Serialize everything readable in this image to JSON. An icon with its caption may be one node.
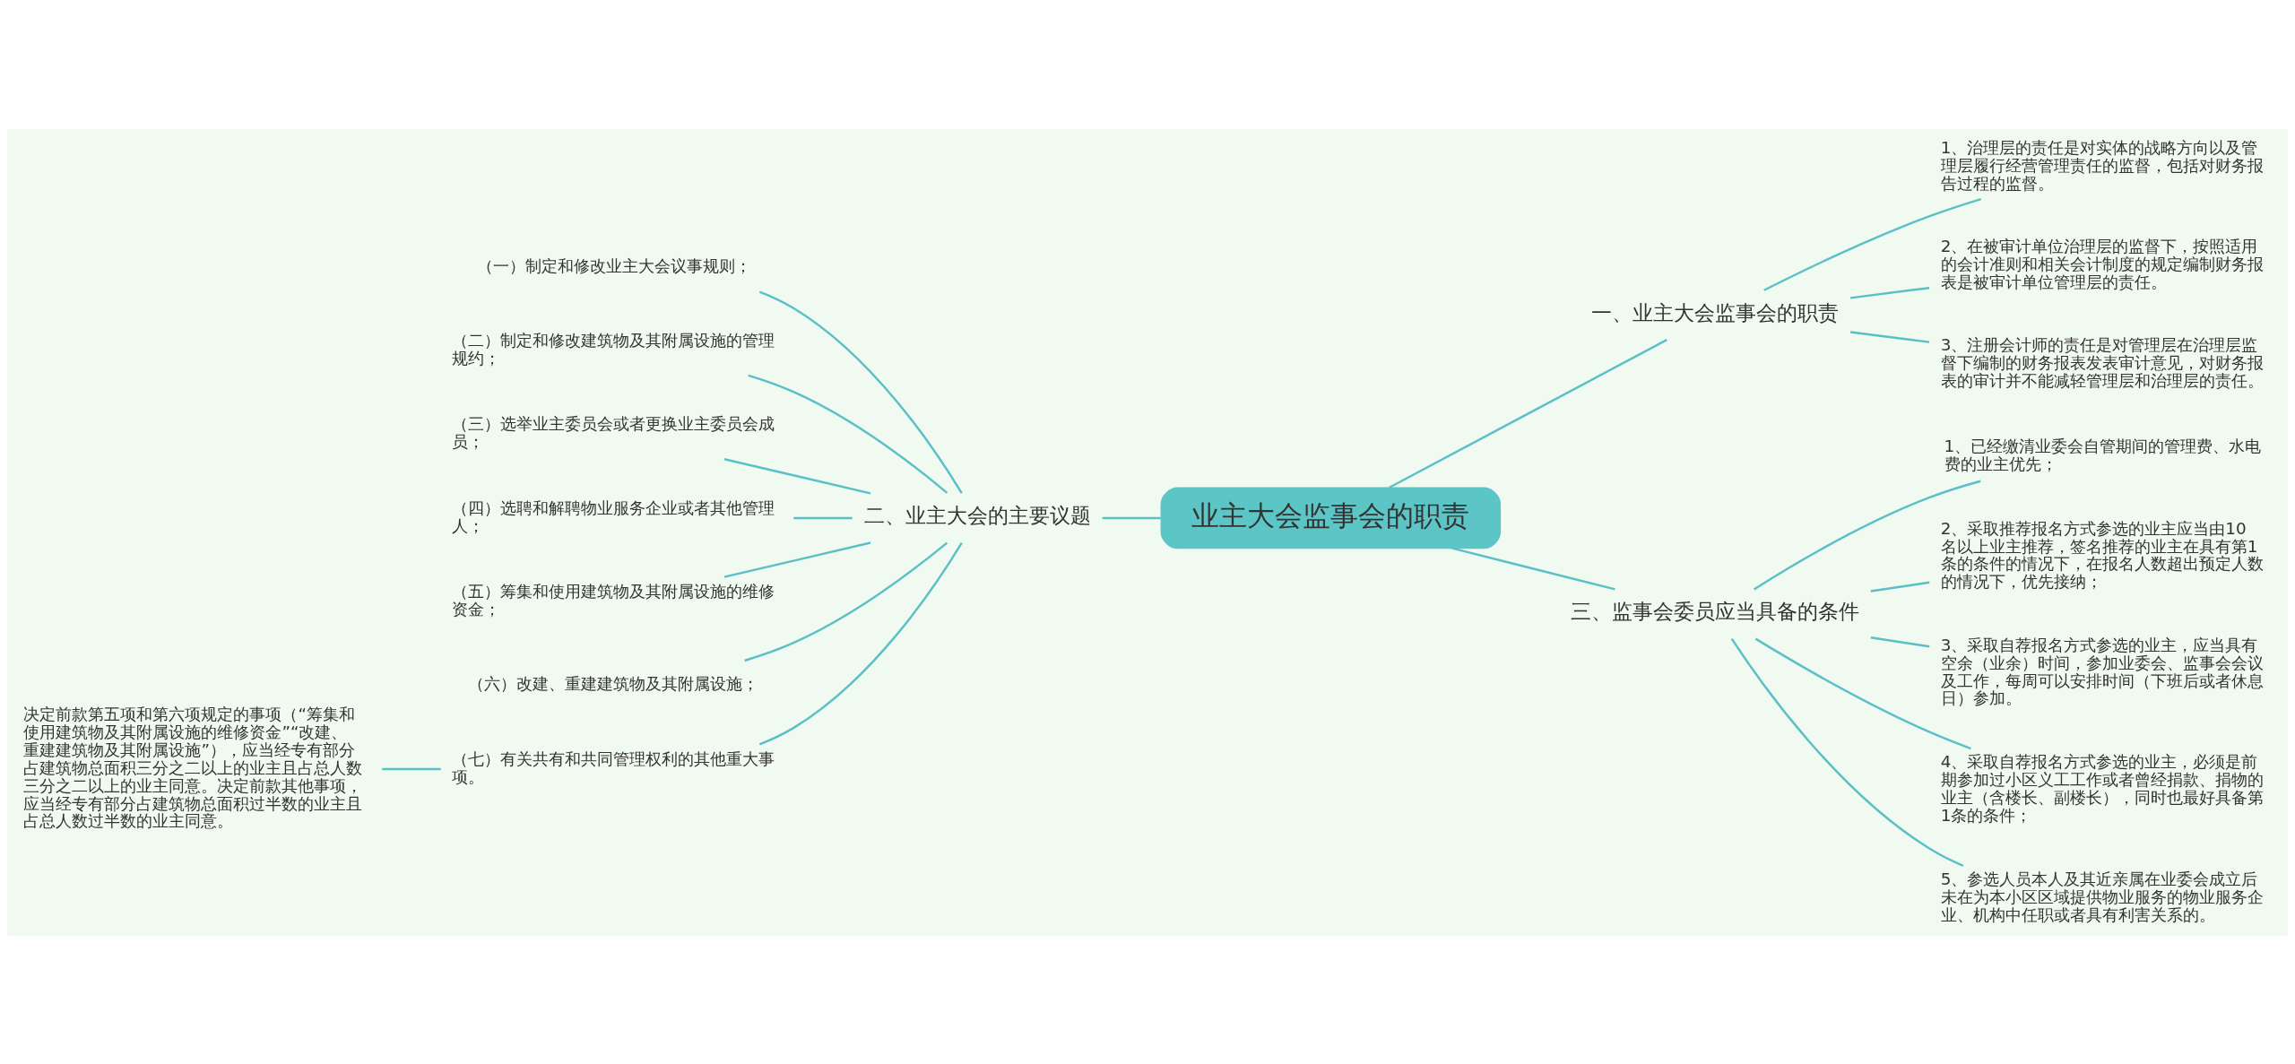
{
  "diagram": {
    "nodes": [
      {
        "text": [
          "业主大会监事会的职责"
        ]
      },
      {
        "text": [
          "一、业主大会监事会的职责"
        ]
      },
      {
        "text": [
          "1、治理层的责任是对实体的战略方向以及管理层履行经营管理责任的监督，包括对财务报告过程的监督。"
        ]
      },
      {
        "text": [
          "2、在被审计单位治理层的监督下，按照适用的会计准则和相关会计制度的规定编制财务报表是被审计单位管理层的责任。"
        ]
      },
      {
        "text": [
          "3、注册会计师的责任是对管理层在治理层监督下编制的财务报表发表审计意见，对财务报表的审计并不能减轻管理层和治理层的责任。"
        ]
      },
      {
        "text": [
          "二、业主大会的主要议题"
        ]
      },
      {
        "text": [
          "（一）制定和修改业主大会议事规则；"
        ]
      },
      {
        "text": [
          "（二）制定和修改建筑物及其附属设施的管理规约；"
        ]
      },
      {
        "text": [
          "（三）选举业主委员会或者更换业主委员会成员；"
        ]
      },
      {
        "text": [
          "（四）选聘和解聘物业服务企业或者其他管理人；"
        ]
      },
      {
        "text": [
          "（五）筹集和使用建筑物及其附属设施的维修资金；"
        ]
      },
      {
        "text": [
          "（六）改建、重建建筑物及其附属设施；"
        ]
      },
      {
        "text": [
          "（七）有关共有和共同管理权利的其他重大事项。"
        ]
      },
      {
        "text": [
          "决定前款第五项和第六项规定的事项（“筹集和使用建筑物及其附属设施的维修资金”“改建、重建建筑物及其附属设施”），应当经专有部分占建筑物总面积三分之二以上的业主且占总人数三分之二以上的业主同意。决定前款其他事项，应当经专有部分占建筑物总面积过半数的业主且占总人数过半数的业主同意。"
        ]
      },
      {
        "text": [
          "三、监事会委员应当具备的条件"
        ]
      },
      {
        "text": [
          "1、已经缴清业委会自管期间的管理费、水电费的业主优先；"
        ]
      },
      {
        "text": [
          "2、采取推荐报名方式参选的业主应当由10名以上业主推荐，签名推荐的业主在具有第1条的条件的情况下，在报名人数超出预定人数的情况下，优先接纳；"
        ]
      },
      {
        "text": [
          "3、采取自荐报名方式参选的业主，应当具有空余（业余）时间，参加业委会、监事会会议及工作，每周可以安排时间（下班后或者休息日）参加。"
        ]
      },
      {
        "text": [
          "4、采取自荐报名方式参选的业主，必须是前期参加过小区义工工作或者曾经捐款、捐物的业主（含楼长、副楼长），同时也最好具备第1条的条件；"
        ]
      },
      {
        "text": [
          "5、参选人员本人及其近亲属在业委会成立后未在为本小区区域提供物业服务的物业服务企业、机构中任职或者具有利害关系的。"
        ]
      }
    ],
    "edges": [
      {
        "from": 0,
        "to": 1,
        "arrow": "none"
      },
      {
        "from": 1,
        "to": 2,
        "arrow": "none"
      },
      {
        "from": 1,
        "to": 3,
        "arrow": "none"
      },
      {
        "from": 1,
        "to": 4,
        "arrow": "none"
      },
      {
        "from": 0,
        "to": 5,
        "arrow": "none"
      },
      {
        "from": 5,
        "to": 6,
        "arrow": "none"
      },
      {
        "from": 5,
        "to": 7,
        "arrow": "none"
      },
      {
        "from": 5,
        "to": 8,
        "arrow": "none"
      },
      {
        "from": 5,
        "to": 9,
        "arrow": "none"
      },
      {
        "from": 5,
        "to": 10,
        "arrow": "none"
      },
      {
        "from": 5,
        "to": 11,
        "arrow": "none"
      },
      {
        "from": 5,
        "to": 12,
        "arrow": "none"
      },
      {
        "from": 12,
        "to": 13,
        "arrow": "none"
      },
      {
        "from": 0,
        "to": 14,
        "arrow": "none"
      },
      {
        "from": 14,
        "to": 15,
        "arrow": "none"
      },
      {
        "from": 14,
        "to": 16,
        "arrow": "none"
      },
      {
        "from": 14,
        "to": 17,
        "arrow": "none"
      },
      {
        "from": 14,
        "to": 18,
        "arrow": "none"
      },
      {
        "from": 14,
        "to": 19,
        "arrow": "none"
      }
    ]
  }
}
